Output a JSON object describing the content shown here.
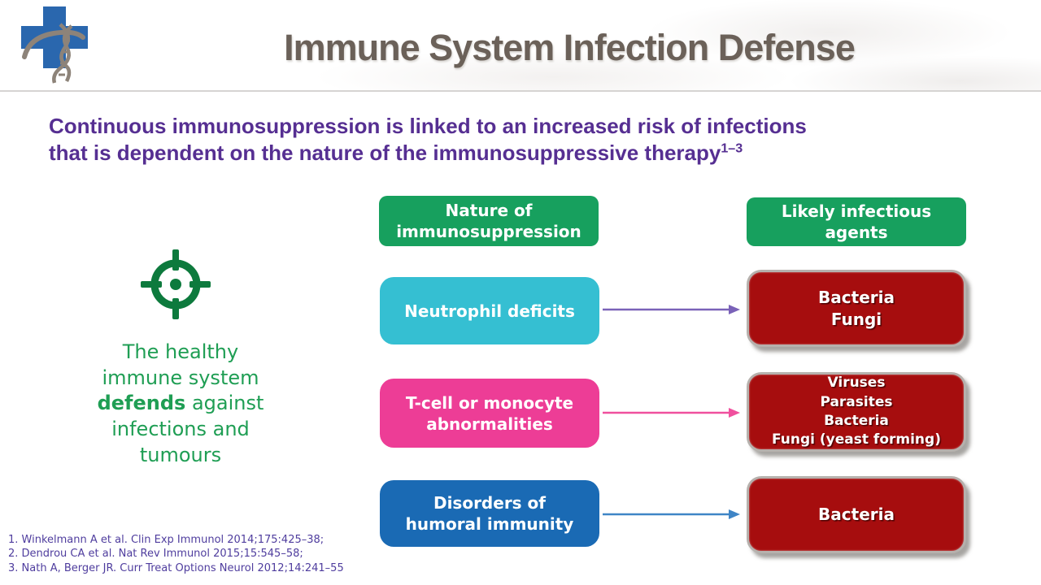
{
  "header": {
    "title": "Immune System Infection Defense",
    "logo": "medical-cross-dna-logo"
  },
  "subtitle": {
    "text": "Continuous immunosuppression is linked to an increased risk of infections\nthat is dependent on the nature of the immunosuppressive therapy",
    "superscript": "1–3"
  },
  "left_panel": {
    "icon": "target-icon",
    "text_before_bold": "The healthy immune system ",
    "bold_word": "defends",
    "text_after_bold": " against infections and tumours"
  },
  "nature_column": {
    "header": "Nature of\nimmunosuppression",
    "items": [
      {
        "label": "Neutrophil deficits",
        "color": "#35bfd2"
      },
      {
        "label": "T-cell or monocyte\nabnormalities",
        "color": "#ed3d96"
      },
      {
        "label": "Disorders of\nhumoral immunity",
        "color": "#1a6ab4"
      }
    ]
  },
  "agents_column": {
    "header": "Likely infectious\nagents",
    "items": [
      {
        "label": "Bacteria\nFungi",
        "color": "#a60d0e"
      },
      {
        "label": "Viruses\nParasites\nBacteria\nFungi (yeast forming)",
        "color": "#a60d0e"
      },
      {
        "label": "Bacteria",
        "color": "#a60d0e"
      }
    ]
  },
  "references": [
    "1. Winkelmann A et al. Clin Exp Immunol 2014;175:425–38;",
    "2. Dendrou CA et al. Nat Rev Immunol 2015;15:545–58;",
    "3. Nath A, Berger JR. Curr Treat Options Neurol 2012;14:241–55"
  ],
  "colors": {
    "title_text": "#6b6159",
    "subtitle_text": "#562f92",
    "header_box_green": "#17a05e",
    "cyan_box": "#35bfd2",
    "pink_box": "#ed3d96",
    "blue_box": "#1a6ab4",
    "red_box": "#a60d0e",
    "arrow_purple": "#7a62b8",
    "arrow_pink": "#f0509e",
    "arrow_blue": "#3f85c6",
    "icon_green": "#0d7a3d",
    "healthy_text_green": "#1f9e54",
    "logo_blue": "#2a67ae",
    "logo_gray": "#8d8379",
    "reference_text": "#4f3d9e"
  }
}
